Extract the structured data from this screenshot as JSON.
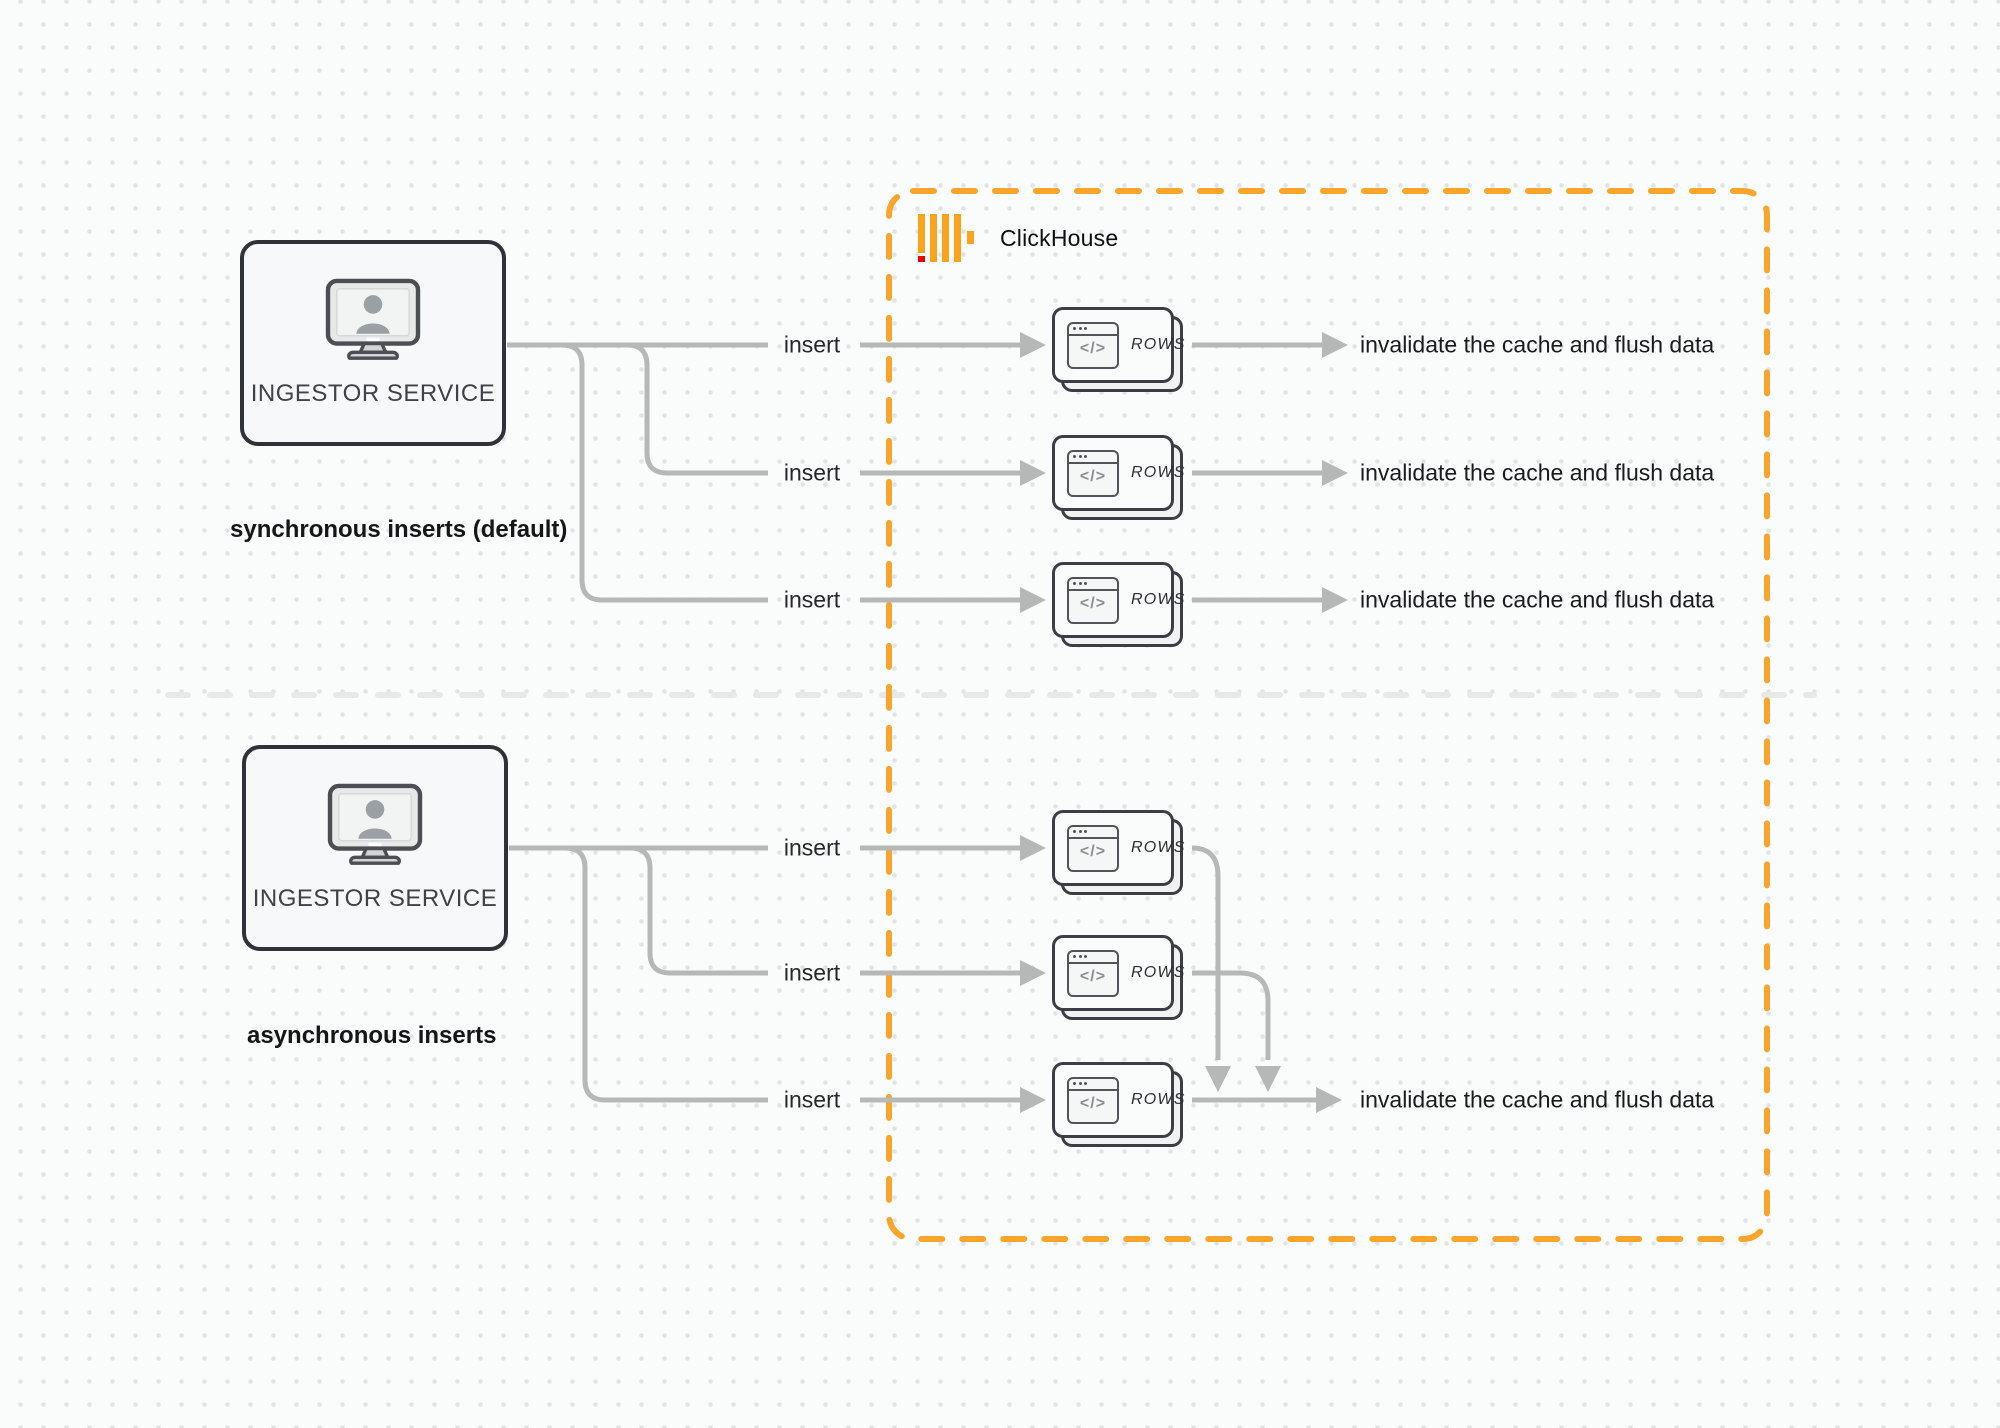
{
  "clickhouse": {
    "name": "ClickHouse"
  },
  "sections": [
    {
      "id": "sync",
      "caption": "synchronous inserts (default)",
      "service_label": "INGESTOR SERVICE",
      "rows": [
        {
          "insert_label": "insert",
          "card_label": "ROWS",
          "card_glyph": "</>",
          "result_label": "invalidate the cache and flush data"
        },
        {
          "insert_label": "insert",
          "card_label": "ROWS",
          "card_glyph": "</>",
          "result_label": "invalidate the cache and flush data"
        },
        {
          "insert_label": "insert",
          "card_label": "ROWS",
          "card_glyph": "</>",
          "result_label": "invalidate the cache and flush data"
        }
      ]
    },
    {
      "id": "async",
      "caption": "asynchronous inserts",
      "service_label": "INGESTOR SERVICE",
      "rows": [
        {
          "insert_label": "insert",
          "card_label": "ROWS",
          "card_glyph": "</>"
        },
        {
          "insert_label": "insert",
          "card_label": "ROWS",
          "card_glyph": "</>"
        },
        {
          "insert_label": "insert",
          "card_label": "ROWS",
          "card_glyph": "</>"
        }
      ],
      "result_label": "invalidate the cache and flush data"
    }
  ],
  "colors": {
    "accent_orange": "#F9A52C",
    "logo_yellow": "#FAA41E",
    "logo_red": "#EC0000",
    "wire_gray": "#B6B7B7",
    "divider_gray": "#E7E8E8",
    "box_border": "#2F3339",
    "background": "#FAFBFB"
  }
}
